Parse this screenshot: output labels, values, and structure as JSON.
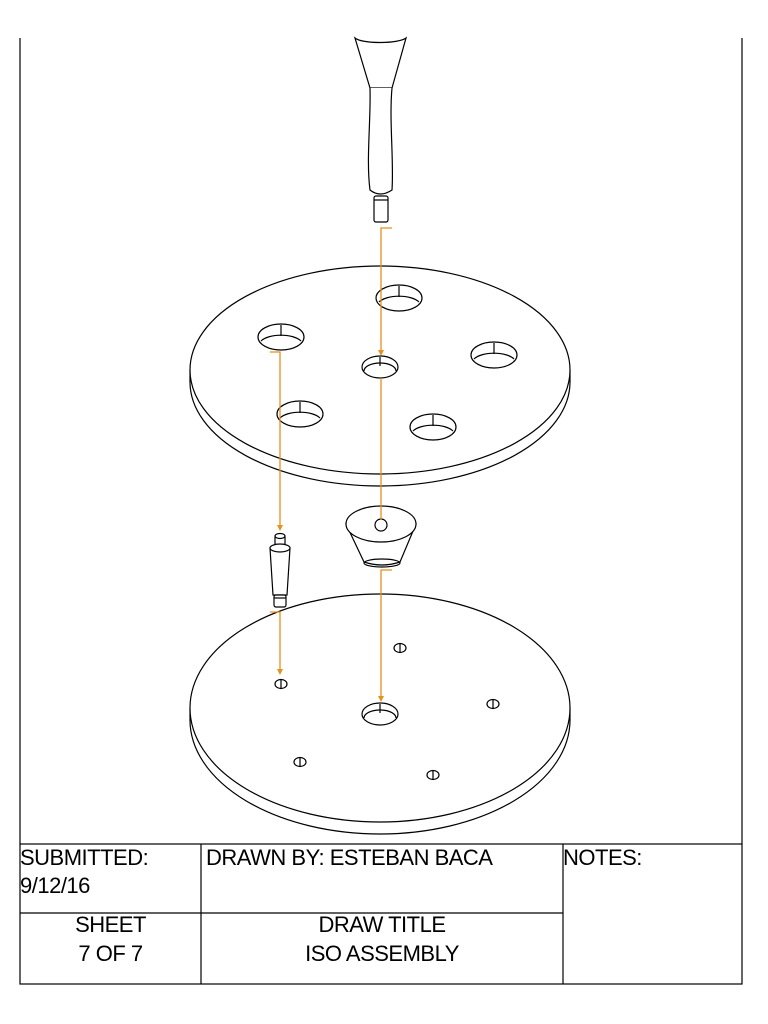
{
  "title_block": {
    "submitted_label": "SUBMITTED:",
    "submitted_date": "9/12/16",
    "drawn_by": "DRAWN BY: ESTEBAN BACA",
    "notes_label": "NOTES:",
    "sheet_label": "SHEET",
    "sheet_value": "7 OF 7",
    "draw_title_label": "DRAW TITLE",
    "draw_title_value": "ISO ASSEMBLY"
  },
  "colors": {
    "line": "#000000",
    "assembly_path": "#e8901c"
  },
  "parts": [
    "upper-handle",
    "top-plate",
    "small-peg",
    "center-cone",
    "bottom-plate"
  ]
}
